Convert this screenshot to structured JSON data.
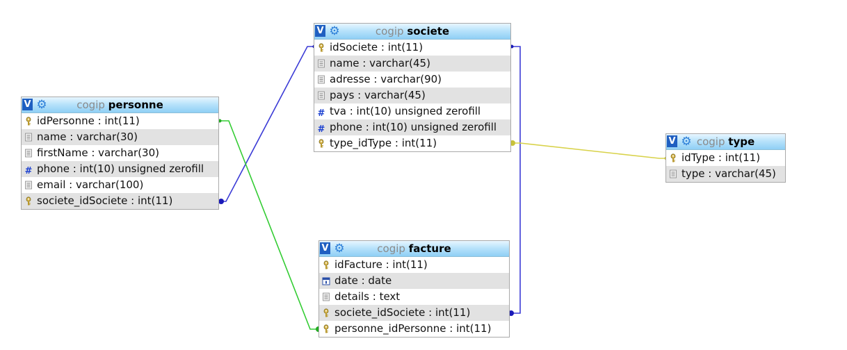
{
  "database": "cogip",
  "tables": {
    "personne": {
      "name": "personne",
      "columns": [
        {
          "label": "idPersonne : int(11)",
          "icon": "key-icon"
        },
        {
          "label": "name : varchar(30)",
          "icon": "text-field-icon"
        },
        {
          "label": "firstName : varchar(30)",
          "icon": "text-field-icon"
        },
        {
          "label": "phone : int(10) unsigned zerofill",
          "icon": "numeric-field-icon"
        },
        {
          "label": "email : varchar(100)",
          "icon": "text-field-icon"
        },
        {
          "label": "societe_idSociete : int(11)",
          "icon": "key-icon"
        }
      ]
    },
    "societe": {
      "name": "societe",
      "columns": [
        {
          "label": "idSociete : int(11)",
          "icon": "key-icon"
        },
        {
          "label": "name : varchar(45)",
          "icon": "text-field-icon"
        },
        {
          "label": "adresse : varchar(90)",
          "icon": "text-field-icon"
        },
        {
          "label": "pays : varchar(45)",
          "icon": "text-field-icon"
        },
        {
          "label": "tva : int(10) unsigned zerofill",
          "icon": "numeric-field-icon"
        },
        {
          "label": "phone : int(10) unsigned zerofill",
          "icon": "numeric-field-icon"
        },
        {
          "label": "type_idType : int(11)",
          "icon": "key-icon"
        }
      ]
    },
    "type": {
      "name": "type",
      "columns": [
        {
          "label": "idType : int(11)",
          "icon": "key-icon"
        },
        {
          "label": "type : varchar(45)",
          "icon": "text-field-icon"
        }
      ]
    },
    "facture": {
      "name": "facture",
      "columns": [
        {
          "label": "idFacture : int(11)",
          "icon": "key-icon"
        },
        {
          "label": "date : date",
          "icon": "date-field-icon"
        },
        {
          "label": "details : text",
          "icon": "text-field-icon"
        },
        {
          "label": "societe_idSociete : int(11)",
          "icon": "key-icon"
        },
        {
          "label": "personne_idPersonne : int(11)",
          "icon": "key-icon"
        }
      ]
    }
  },
  "header_buttons": {
    "toggle": "V"
  },
  "relations": [
    {
      "from": "personne.societe_idSociete",
      "to": "societe.idSociete",
      "color": "#3b3bd6"
    },
    {
      "from": "personne.idPersonne",
      "to": "facture.personne_idPersonne",
      "color": "#33cc33"
    },
    {
      "from": "societe.idSociete",
      "to": "facture.societe_idSociete",
      "color": "#3b3bd6"
    },
    {
      "from": "societe.type_idType",
      "to": "type.idType",
      "color": "#d8d24a"
    }
  ]
}
